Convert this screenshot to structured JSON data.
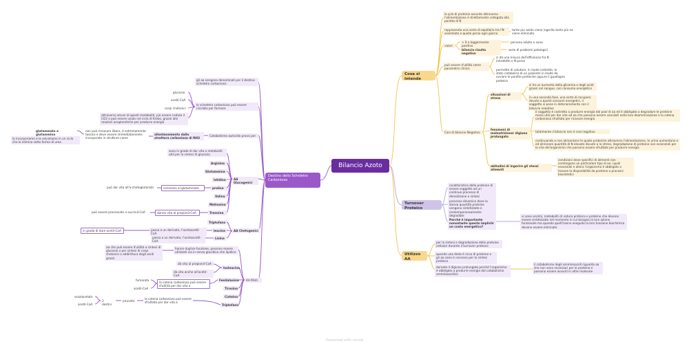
{
  "root": "Bilancio Azoto",
  "branches": {
    "cosa": "Cosa si intende",
    "turnover": "Turnover Proteico",
    "utilizzo": "Utilizzo AA",
    "destino": "Destino dello Scheletro Carbonioso"
  },
  "cosa": {
    "intro": "la q.tà di proteine assunte attraverso l'alimentazione è strettamente collegata alla perdita di N",
    "equilibrio": "rappresenta una sorta di equilibrio tra l'N assimilato e quello perso ogni giorno",
    "equilibrio_detail": "tanto più azoto viene ingerito tanto più ne viene eliminato",
    "valori": "valori",
    "positivo": "> 0 o leggermente positivo",
    "positivo_detail": "persona adulta e sana",
    "negativo": "bilancio risulta negativo",
    "negativo_detail": "serie di problemi patologici",
    "indice": "può essere d'utilità come parametro clinico",
    "indice_a": "ci dà una misura dell'efficienza fra N introdotto e N perso",
    "indice_b": "permette di valutare, in modo indiretto, lo stato catabolico di un paziente in modo da ovviare le perdite proteiche oppure il guadagno proteico",
    "casi": "Casi di bilancio Negativo",
    "stress": "situazioni di stress",
    "stress_a": "si ha un aumento della glicemia e degli acidi grassi nel sangue, con consumo energetico",
    "stress_b": "in una seconda fase, una sorta di recupero dovuto a questi consumi energetici, il soggetto si pone in deterioramento con il bilancio negativo",
    "malnutrizione": "fenomeni di malnutrizione/ digiuno prolungato",
    "malnutrizione_a": "il soggetto è costretto a produrre energia dal pool di aa ed è obbligato a degradare le proteine meno utili per dar vita ad aa che possono essere veicolati nella loro deamminazione e la catena carboniosa sfruttata per ricavare energia",
    "malnutrizione_b": "totalmente il bilancio non è così negativo",
    "malnutrizione_c": "continuando a non alimentarsi le quote proteiche attraverso l'alimentazione, le urine aumentano e ed eliminare quantità di N elevate dovute a lo stress, degradazione di proteine non essenziali per la vita del'organismo che possono essere sfruttate per produrre energia",
    "abitudini": "abitudini di ingerire gli stessi alimenti",
    "abitudini_a": "condizioni dove specifici di alimenti non contengono un particolare tipo di aa i quali essenziali e allora l'organismo è obbligato a trovare la disponibilità da proteine a processi biosintetici"
  },
  "turnover": {
    "a": "caratteristica delle proteine di essere soggette ad un continuo processo di demolizione e sintesi",
    "b": "processo dinamico dove la stessa quantità proteine vengono sintetizzate e contemporaneamente degradate",
    "c": "Perché è importante nonostante questo implichi un costo energetico?",
    "c_detail": "vi sono enzimi, metaboliti di natura proteica o proteine che devono essere sintetizzate nel momento in cui bisogna la loro azione funzionale ma quando quell'hanno eseguito la loro funzione biochimica devono essere eliminate"
  },
  "utilizzo": {
    "a": "per la sintesi e degradazione delle proteine cellulari durante il turnover proteico",
    "b": "quando una dieta è ricca di proteine e gli aa sono in eccesso per la sintesi proteica",
    "c": "durante il digiuno prolungato perché l'organismo è obbligato a produrre energia dal catabolismo amminoacidico",
    "c_detail": "il catabolismo degli amminoacidi riguarda aa che non sono necessari per le proteine e possono essere assunti in altre molecole"
  },
  "destino": {
    "glucogenici_intro": "gli aa vengono denominati per il destino scheletro carbonioso",
    "scheletro": "lo scheletro carbonioso può essere riciclato per formare",
    "glucosio": "glucosio",
    "acetilcoa": "acetil-CoA",
    "chetoni": "corpi chetonici",
    "metaboliti": "attraverso alcuni di questi metaboliti, più essere ceduto il CO2 e può essere usato nel ciclo di Krebs, grazie alle reazioni anaplerotiche per produrre energia",
    "catabolismo": "Catabolismo aa/acido prossi per",
    "allontanamento": "allontanamento dalla struttura carboniosa di NH3",
    "allontanamento_detail": "non può rimanere libero, è estremamente tossico e deve essere immediatamente incorporato in strutture come",
    "glutammato": "glutammato e glutammina",
    "glutammato_detail": "la incorporiamo e la veicoliamo in un ciclo che lo elimina sotto forma di urea",
    "aa_gluco": "AA Glucogenici",
    "gluco_intro": "sono in grado di dar vita a metaboliti utili per la sintesi di glucosio",
    "arginina": "Arginina",
    "glutammina": "Glutammina",
    "istidina": "Istidina",
    "prolina": "prolina",
    "prolina_detail": "connesso al glutammato",
    "prolina_note": "può dar vita all'α-chetoglutarato",
    "valina": "Valina",
    "metionina": "Metionina",
    "treonina": "Treonina",
    "treonina_detail": "danno vita al propionil-CoA",
    "treonina_note": "può essere processato a succinil-CoA",
    "aa_cheto": "AA Chetogenici",
    "triptofano": "Triptofano",
    "leucina": "leucina",
    "leucina_detail": "passa a un derivato, l'acetoacetil-CoA",
    "leucina_note": "in grado di dare acetil-CoA",
    "lisina": "Lisina",
    "lisina_detail": "passa a un derivato, l'acetoacetil-CoA",
    "aa_misti": "AA Misti",
    "misti_intro": "hanno duplice funzione, possono essere utilizzati sia in senso glucidico che lipidico",
    "misti_note": "aa che può essere d'utilità a sintesi di glucosio o per sintesi di corpi chetonici o addirittura degli acidi grassi",
    "isoleucina": "Isoleucina",
    "iso_a": "dà vita al propionil-CoA",
    "iso_b": "dà vita anche all'acetil-CoA",
    "fenilalanina": "Fenilalanina",
    "fenil_detail": "la catena carboniosa può essere d'utilità per dar vita a",
    "fumarato": "fumarato",
    "acetilcoa2": "acetil-CoA",
    "tirosina": "Tirosina",
    "cisteina": "Cisteina",
    "triptofano2": "Triptofano",
    "trip_detail": "la catena carboniosa può essere sfruttata per dar vita a",
    "piruvato": "piruvato",
    "destini": "2 destini",
    "ossalacetato": "ossalacetato",
    "acetilcoa3": "acetil-CoA"
  },
  "footer": "Presented with xmind"
}
